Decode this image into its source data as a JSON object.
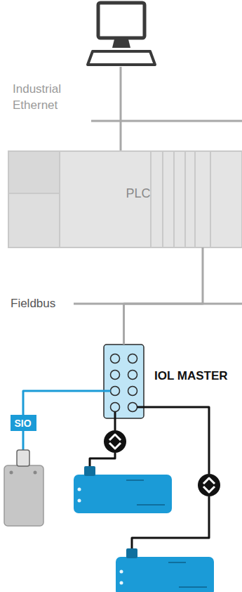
{
  "diagram": {
    "nodes": [
      {
        "text": [
          "PLC"
        ]
      },
      {
        "text": [
          "IOL MASTER"
        ]
      },
      {
        "text": [
          "SIO"
        ]
      }
    ],
    "edges": [
      {
        "from": 0,
        "to": 1,
        "arrow": "none"
      },
      {
        "from": 1,
        "to": 2,
        "arrow": "none"
      }
    ],
    "labels": [
      "Industrial Ethernet",
      "Fieldbus"
    ]
  }
}
